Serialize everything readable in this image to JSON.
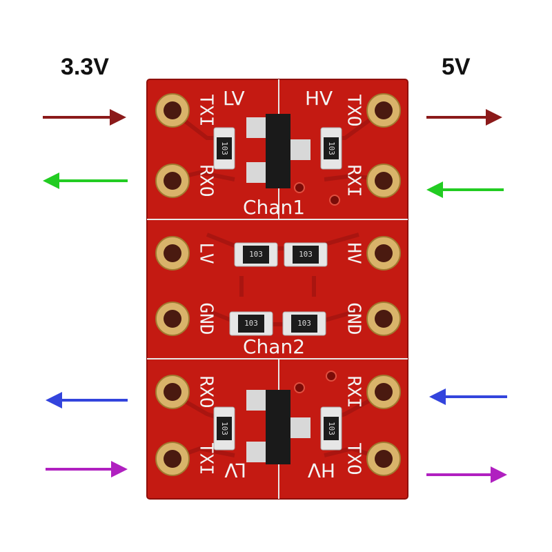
{
  "labels": {
    "left_voltage": "3.3V",
    "right_voltage": "5V"
  },
  "pins_left": [
    "TXI",
    "RXO",
    "LV",
    "GND",
    "RXO",
    "TXI"
  ],
  "pins_right": [
    "TXO",
    "RXI",
    "HV",
    "GND",
    "RXI",
    "TXO"
  ],
  "silkscreen": {
    "top_lv": "LV",
    "top_hv": "HV",
    "bottom_lv": "LV",
    "bottom_hv": "HV",
    "chan1": "Chan1",
    "chan2": "Chan2"
  },
  "resistor_code": "103",
  "arrow_colors": {
    "row1": "#8b1a1a",
    "row2": "#22cc22",
    "row5": "#3344dd",
    "row6": "#b020c0"
  },
  "board_color": "#c41a12"
}
